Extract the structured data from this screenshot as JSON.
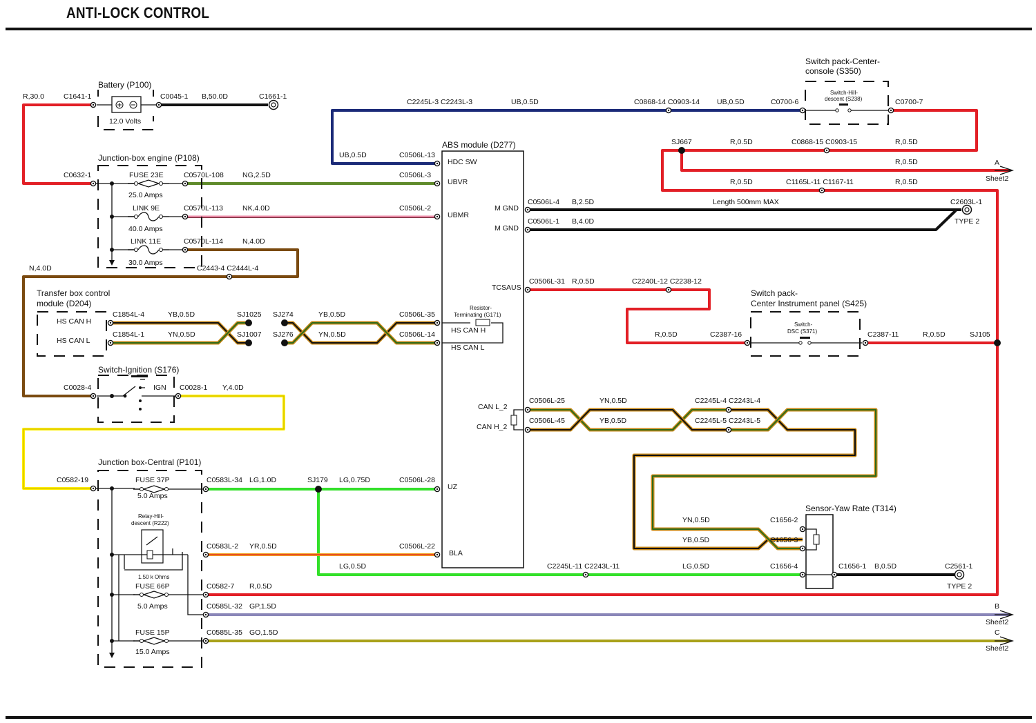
{
  "title": "ANTI-LOCK CONTROL",
  "colors": {
    "red": "#e21f26",
    "black": "#111111",
    "navy": "#1b2a78",
    "green_ng": "#5f8a2a",
    "pink": "#e98aa6",
    "brown": "#7a4a10",
    "yellow": "#ffee00",
    "bright_green": "#33e02a",
    "grey_purple": "#8a86b8",
    "olive": "#a9a11a",
    "tan": "#c8a040"
  },
  "components": {
    "battery": "Battery (P100)",
    "battery_volts": "12.0 Volts",
    "junction_engine": "Junction-box engine (P108)",
    "fuse23e": "FUSE 23E",
    "fuse23e_amps": "25.0 Amps",
    "link9e": "LINK 9E",
    "link9e_amps": "40.0 Amps",
    "link11e": "LINK 11E",
    "link11e_amps": "30.0 Amps",
    "transfer_box_1": "Transfer box control",
    "transfer_box_2": "module (D204)",
    "hs_can_h": "HS CAN H",
    "hs_can_l": "HS CAN L",
    "switch_ignition": "Switch-Ignition (S176)",
    "ign": "IGN",
    "junction_central": "Junction box-Central (P101)",
    "fuse37p": "FUSE 37P",
    "fuse37p_amps": "5.0 Amps",
    "relay_1": "Relay-Hill-",
    "relay_2": "descent (R222)",
    "relay_ohms": "1.50 k Ohms",
    "fuse66p": "FUSE 66P",
    "fuse66p_amps": "5.0 Amps",
    "fuse15p": "FUSE 15P",
    "fuse15p_amps": "15.0 Amps",
    "abs_module": "ABS module (D277)",
    "abs_pins": {
      "hdc_sw": "HDC SW",
      "ubvr": "UBVR",
      "ubmr": "UBMR",
      "m_gnd": "M GND",
      "tcsaus": "TCSAUS",
      "hs_can_h": "HS CAN H",
      "hs_can_l": "HS CAN L",
      "can_l_2": "CAN L_2",
      "can_h_2": "CAN H_2",
      "uz": "UZ",
      "bla": "BLA"
    },
    "resistor_1": "Resistor-",
    "resistor_2": "Terminating (G171)",
    "switch_pack_center_1": "Switch pack-Center-",
    "switch_pack_center_2": "console (S350)",
    "switch_hill_1": "Switch-Hill-",
    "switch_hill_2": "descent (S238)",
    "switch_pack_instr_1": "Switch pack-",
    "switch_pack_instr_2": "Center Instrument panel (S425)",
    "switch_dsc_1": "Switch-",
    "switch_dsc_2": "DSC (S371)",
    "sensor_yaw": "Sensor-Yaw Rate (T314)",
    "type2": "TYPE 2",
    "length_note": "Length 500mm MAX"
  },
  "connectors": {
    "c1641_1": "C1641-1",
    "c0045_1": "C0045-1",
    "c1661_1": "C1661-1",
    "c0632_1": "C0632-1",
    "c0570l_108": "C0570L-108",
    "c0570l_113": "C0570L-113",
    "c0570l_114": "C0570L-114",
    "c2443_4": "C2443-4 C2444L-4",
    "c1854l_4": "C1854L-4",
    "c1854l_1": "C1854L-1",
    "sj1025": "SJ1025",
    "sj1007": "SJ1007",
    "sj274": "SJ274",
    "sj276": "SJ276",
    "c0028_4": "C0028-4",
    "c0028_1": "C0028-1",
    "c0582_19": "C0582-19",
    "c0583l_34": "C0583L-34",
    "sj179": "SJ179",
    "c0583l_2": "C0583L-2",
    "c0582_7": "C0582-7",
    "c0585l_32": "C0585L-32",
    "c0585l_35": "C0585L-35",
    "c2245l_3": "C2245L-3 C2243L-3",
    "c0868_14": "C0868-14 C0903-14",
    "c0700_6": "C0700-6",
    "c0700_7": "C0700-7",
    "c0506l_13": "C0506L-13",
    "c0506l_3": "C0506L-3",
    "c0506l_2": "C0506L-2",
    "c0506l_35": "C0506L-35",
    "c0506l_14": "C0506L-14",
    "c0506l_28": "C0506L-28",
    "c0506l_22": "C0506L-22",
    "sj667": "SJ667",
    "c0868_15": "C0868-15 C0903-15",
    "c1165l_11": "C1165L-11 C1167-11",
    "c0506l_4": "C0506L-4",
    "c0506l_1": "C0506L-1",
    "c2603l_1": "C2603L-1",
    "c0506l_31": "C0506L-31",
    "c2240l_12": "C2240L-12 C2238-12",
    "c2387_16": "C2387-16",
    "c2387_11": "C2387-11",
    "sj105": "SJ105",
    "c0506l_25": "C0506L-25",
    "c0506l_45": "C0506L-45",
    "c2245l_4": "C2245L-4 C2243L-4",
    "c2245l_5": "C2245L-5 C2243L-5",
    "c1656_2": "C1656-2",
    "c1656_3": "C1656-3",
    "c1656_4": "C1656-4",
    "c1656_1": "C1656-1",
    "c2245l_11": "C2245L-11 C2243L-11",
    "c2561_1": "C2561-1"
  },
  "wires": {
    "r30": "R,30.0",
    "b50": "B,50.0D",
    "ng25": "NG,2.5D",
    "nk40": "NK,4.0D",
    "n40": "N,4.0D",
    "n40b": "N,4.0D",
    "yb05a": "YB,0.5D",
    "yn05a": "YN,0.5D",
    "yb05b": "YB,0.5D",
    "yn05b": "YN,0.5D",
    "y40": "Y,4.0D",
    "lg10": "LG,1.0D",
    "lg075": "LG,0.75D",
    "yr05": "YR,0.5D",
    "lg05a": "LG,0.5D",
    "lg05b": "LG,0.5D",
    "r05": "R,0.5D",
    "gp15": "GP,1.5D",
    "go15": "GO,1.5D",
    "ub05a": "UB,0.5D",
    "ub05b": "UB,0.5D",
    "ub05c": "UB,0.5D",
    "r05_sj667": "R,0.5D",
    "r05_c0700": "R,0.5D",
    "r05_a": "R,0.5D",
    "r05_b1": "R,0.5D",
    "r05_b2": "R,0.5D",
    "b25": "B,2.5D",
    "b40": "B,4.0D",
    "r05_tcs": "R,0.5D",
    "r05_dsc": "R,0.5D",
    "r05_dsc2": "R,0.5D",
    "yn05c": "YN,0.5D",
    "yb05c": "YB,0.5D",
    "yn05d": "YN,0.5D",
    "yb05d": "YB,0.5D",
    "b05": "B,0.5D"
  },
  "sheet_refs": [
    {
      "letter": "A",
      "label": "Sheet2"
    },
    {
      "letter": "B",
      "label": "Sheet2"
    },
    {
      "letter": "C",
      "label": "Sheet2"
    }
  ]
}
